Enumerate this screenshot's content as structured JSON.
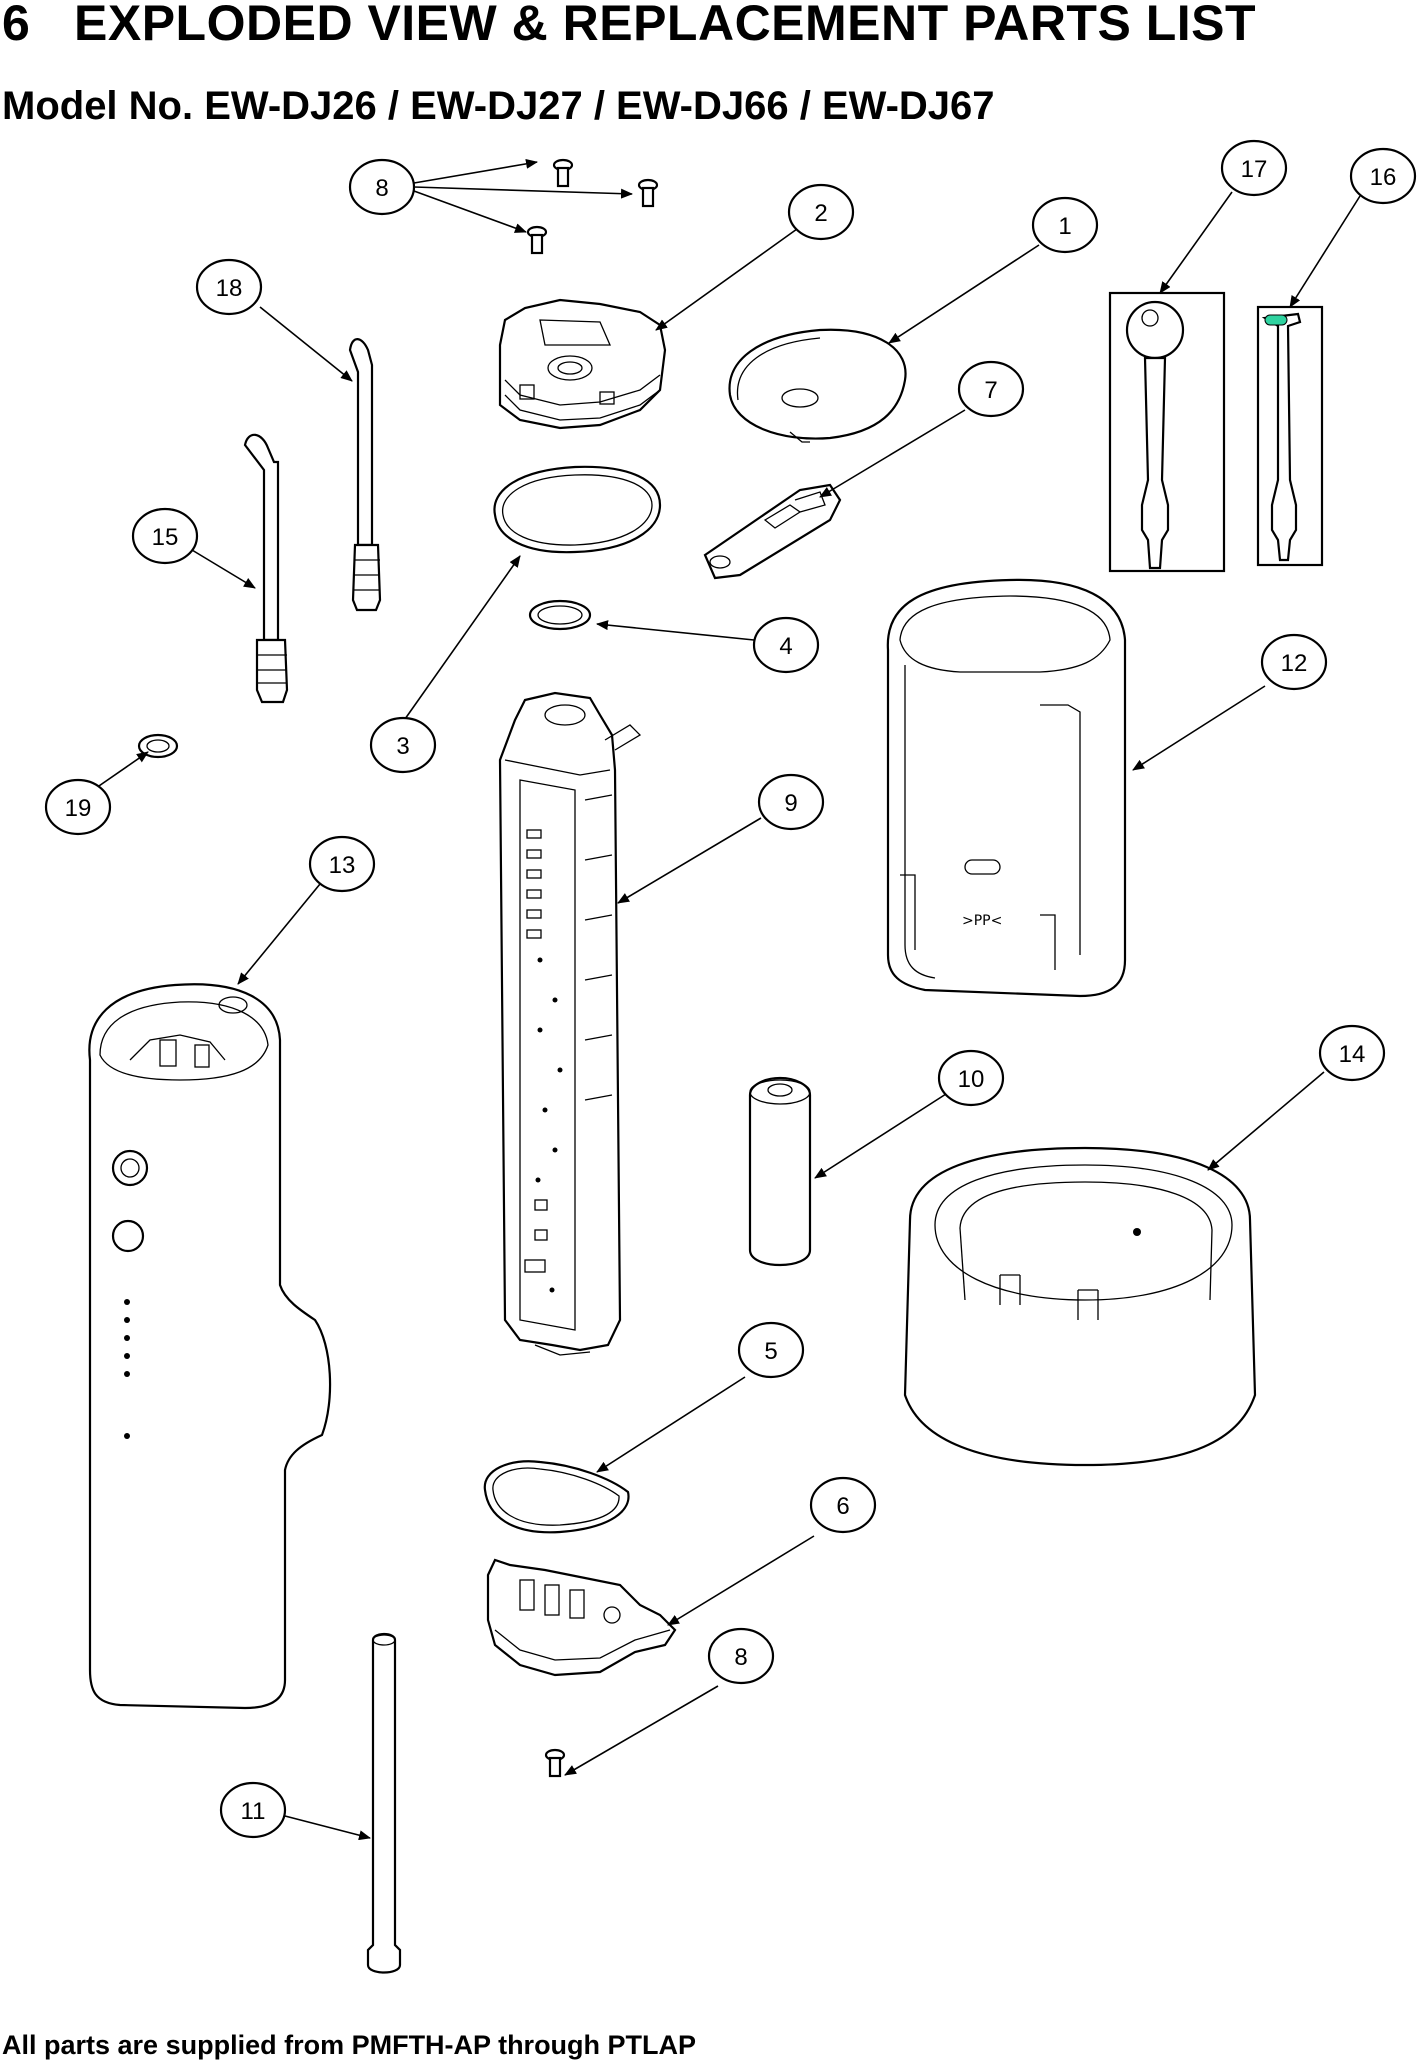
{
  "document": {
    "section_number": "6",
    "section_title": "EXPLODED VIEW & REPLACEMENT PARTS LIST",
    "model_line": "Model No. EW-DJ26 / EW-DJ27 / EW-DJ66 / EW-DJ67",
    "footer_note": "All parts are supplied from PMFTH-AP through PTLAP"
  },
  "callouts": {
    "c1": "1",
    "c2": "2",
    "c3": "3",
    "c4": "4",
    "c5": "5",
    "c6": "6",
    "c7": "7",
    "c8a": "8",
    "c8b": "8",
    "c9": "9",
    "c10": "10",
    "c11": "11",
    "c12": "12",
    "c13": "13",
    "c14": "14",
    "c15": "15",
    "c16": "16",
    "c17": "17",
    "c18": "18",
    "c19": "19"
  },
  "colors": {
    "line": "#000000",
    "background": "#ffffff",
    "nozzle_tip": "#2fd3a0"
  }
}
